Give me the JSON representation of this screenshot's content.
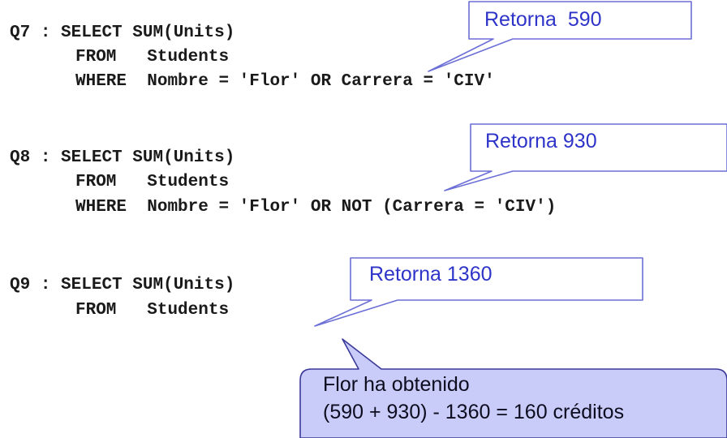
{
  "queries": [
    {
      "id": "Q7",
      "sep": ":",
      "lines": [
        {
          "kw": "SELECT",
          "rest": "SUM(Units)"
        },
        {
          "kw": "FROM",
          "rest": "Students"
        },
        {
          "kw": "WHERE",
          "rest": "Nombre = 'Flor' OR Carrera = 'CIV'"
        }
      ],
      "callout": "Retorna  590"
    },
    {
      "id": "Q8",
      "sep": ":",
      "lines": [
        {
          "kw": "SELECT",
          "rest": "SUM(Units)"
        },
        {
          "kw": "FROM",
          "rest": "Students"
        },
        {
          "kw": "WHERE",
          "rest": "Nombre = 'Flor' OR NOT (Carrera = 'CIV')"
        }
      ],
      "callout": "Retorna 930"
    },
    {
      "id": "Q9",
      "sep": ":",
      "lines": [
        {
          "kw": "SELECT",
          "rest": "SUM(Units)"
        },
        {
          "kw": "FROM",
          "rest": "Students"
        }
      ],
      "callout": "Retorna 1360"
    }
  ],
  "conclusion": {
    "line1": "Flor ha obtenido",
    "line2": "(590 + 930) - 1360 = 160 créditos"
  },
  "colors": {
    "callout_text": "#2f34c9",
    "callout_border": "#6b6fd6",
    "conclusion_fill": "#c9ccf8",
    "conclusion_border": "#3a3a9a"
  }
}
